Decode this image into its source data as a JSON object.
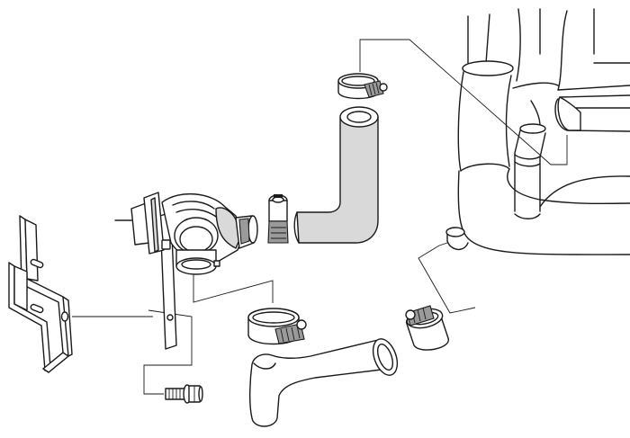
{
  "diagram": {
    "type": "exploded-parts-illustration",
    "background": "#ffffff",
    "line_color": "#1a1a1a",
    "shade_color": "#d9d9d9",
    "parts": [
      "mounting-bracket",
      "blow-off-valve",
      "hose-nipple-fitting",
      "bent-silicone-hose",
      "small-hose-clamp",
      "large-hose-clamp-lower",
      "large-hose-clamp-right",
      "long-bent-hose",
      "flange-bolt",
      "engine-intake-piping"
    ]
  }
}
